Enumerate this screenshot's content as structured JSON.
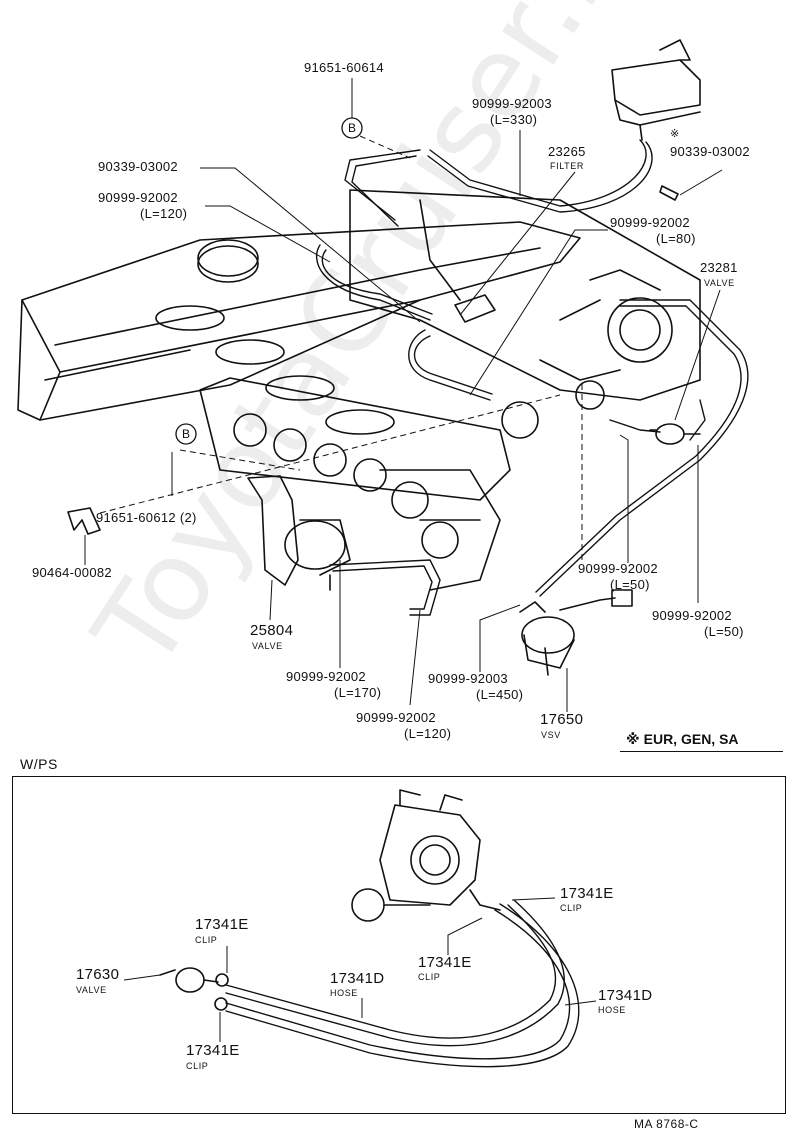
{
  "diagram": {
    "doc_id": "MA 8768-C",
    "watermark": "ToyotaCruiser.ru",
    "note": {
      "symbol": "※",
      "text": "EUR, GEN, SA"
    },
    "section_title": "W/PS",
    "ref_marks": {
      "upper": "B",
      "lower": "B"
    },
    "labels": {
      "p91651_60614": "91651-60614",
      "p90999_92003_330": "90999-92003",
      "p90999_92003_330_len": "(L=330)",
      "p90339_03002_star": "90339-03002",
      "p90339_03002_star_mark": "※",
      "p23265": "23265",
      "p23265_sub": "FILTER",
      "p90339_03002": "90339-03002",
      "p90999_92002_120a": "90999-92002",
      "p90999_92002_120a_len": "(L=120)",
      "p90999_92002_80": "90999-92002",
      "p90999_92002_80_len": "(L=80)",
      "p23281": "23281",
      "p23281_sub": "VALVE",
      "p91651_60612": "91651-60612 (2)",
      "p90464_00082": "90464-00082",
      "p25804": "25804",
      "p25804_sub": "VALVE",
      "p90999_92002_50a": "90999-92002",
      "p90999_92002_50a_len": "(L=50)",
      "p90999_92002_50b": "90999-92002",
      "p90999_92002_50b_len": "(L=50)",
      "p90999_92002_170": "90999-92002",
      "p90999_92002_170_len": "(L=170)",
      "p90999_92003_450": "90999-92003",
      "p90999_92003_450_len": "(L=450)",
      "p90999_92002_120b": "90999-92002",
      "p90999_92002_120b_len": "(L=120)",
      "p17650": "17650",
      "p17650_sub": "VSV",
      "p17341E_a": "17341E",
      "p17341E_a_sub": "CLIP",
      "p17341E_b": "17341E",
      "p17341E_b_sub": "CLIP",
      "p17341E_c": "17341E",
      "p17341E_c_sub": "CLIP",
      "p17341E_d": "17341E",
      "p17341E_d_sub": "CLIP",
      "p17630": "17630",
      "p17630_sub": "VALVE",
      "p17341D_a": "17341D",
      "p17341D_a_sub": "HOSE",
      "p17341D_b": "17341D",
      "p17341D_b_sub": "HOSE"
    }
  }
}
